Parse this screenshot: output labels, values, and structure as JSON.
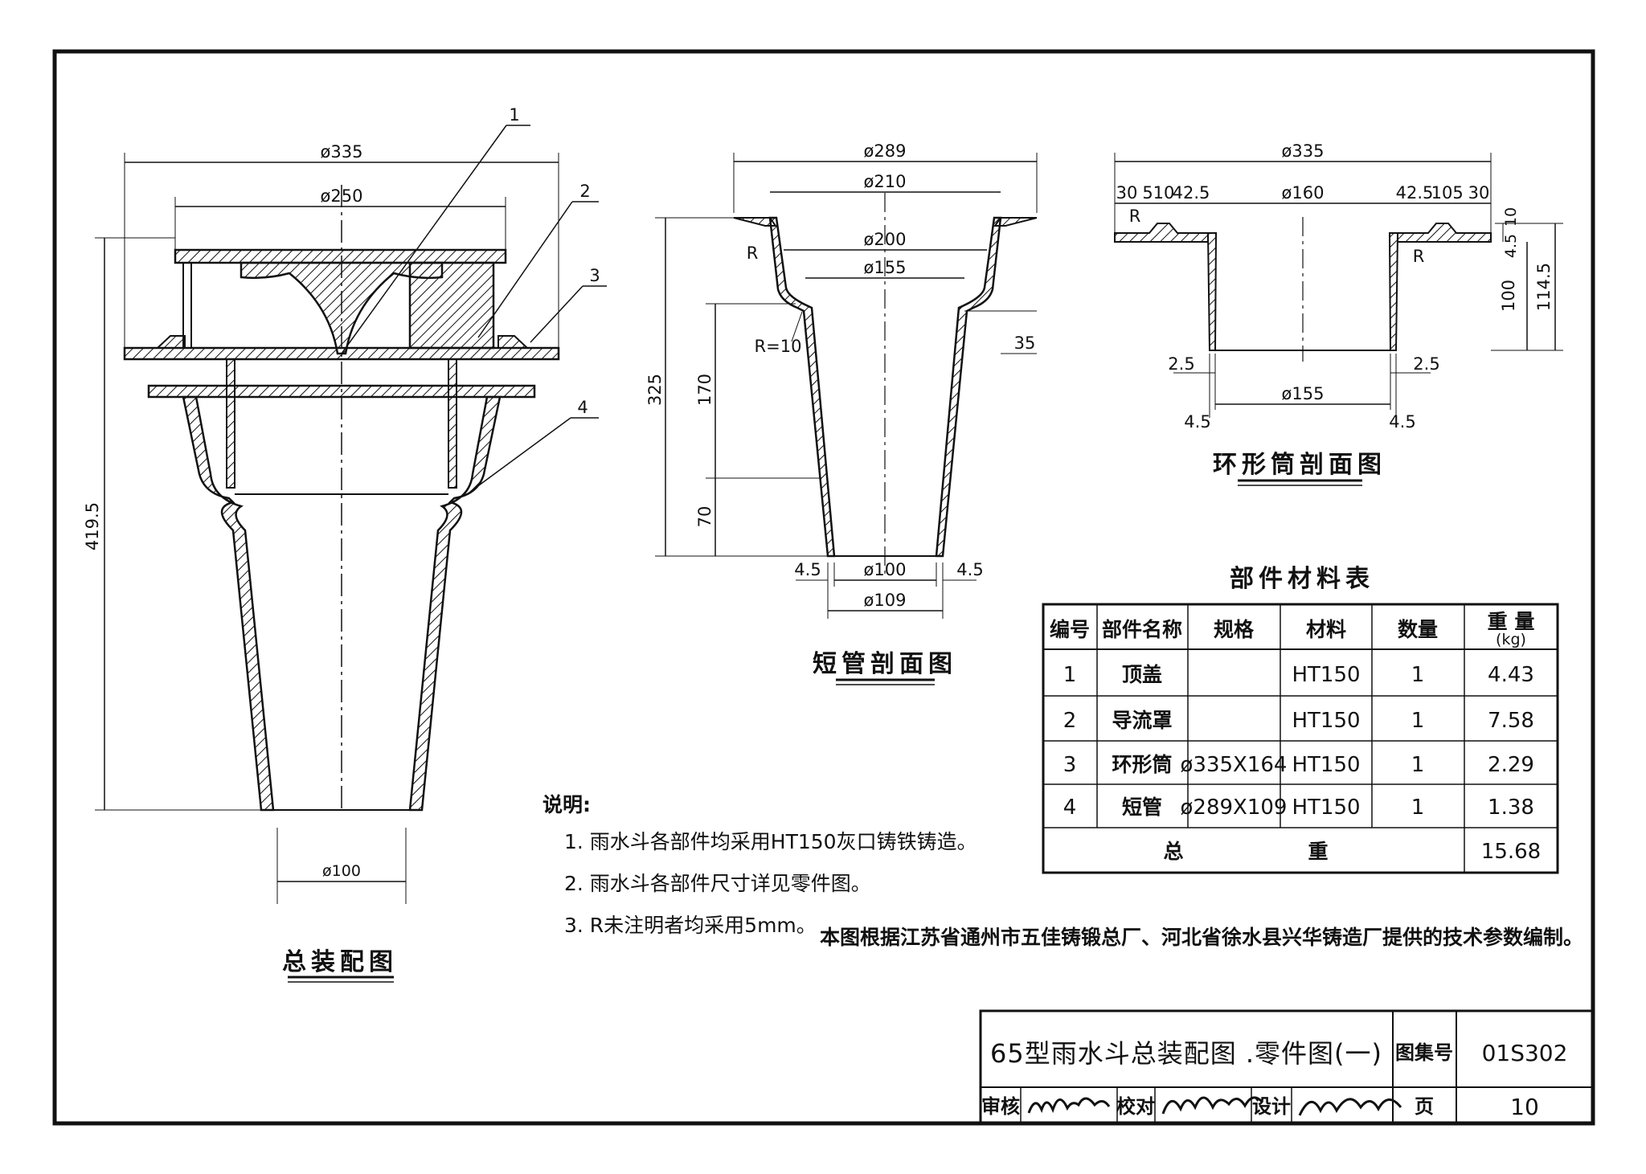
{
  "assembly": {
    "title": "总装配图",
    "callouts": [
      "1",
      "2",
      "3",
      "4"
    ],
    "dims": {
      "d335": "ø335",
      "d250": "ø250",
      "h4195": "419.5",
      "d100": "ø100"
    }
  },
  "short_pipe": {
    "title": "短管剖面图",
    "dims": {
      "d289": "ø289",
      "d210": "ø210",
      "d200": "ø200",
      "d155": "ø155",
      "h325": "325",
      "h170": "170",
      "h70": "70",
      "d35": "35",
      "r": "R",
      "r10": "R=10",
      "d100": "ø100",
      "d109": "ø109",
      "t45": "4.5"
    }
  },
  "ring_sleeve": {
    "title": "环形筒剖面图",
    "dims": {
      "d335": "ø335",
      "seg30": "30",
      "seg5": "5",
      "seg10": "10",
      "seg425": "42.5",
      "d160": "ø160",
      "r": "R",
      "h10": "10",
      "h45": "4.5",
      "h100": "100",
      "h1145": "114.5",
      "t25": "2.5",
      "d155": "ø155",
      "t45": "4.5"
    }
  },
  "material_table": {
    "title": "部件材料表",
    "headers": [
      "编号",
      "部件名称",
      "规格",
      "材料",
      "数量",
      "重 量"
    ],
    "weight_unit": "(kg)",
    "rows": [
      {
        "no": "1",
        "name": "顶盖",
        "spec": "",
        "material": "HT150",
        "qty": "1",
        "weight": "4.43"
      },
      {
        "no": "2",
        "name": "导流罩",
        "spec": "",
        "material": "HT150",
        "qty": "1",
        "weight": "7.58"
      },
      {
        "no": "3",
        "name": "环形筒",
        "spec": "ø335X164",
        "material": "HT150",
        "qty": "1",
        "weight": "2.29"
      },
      {
        "no": "4",
        "name": "短管",
        "spec": "ø289X109",
        "material": "HT150",
        "qty": "1",
        "weight": "1.38"
      }
    ],
    "total_label": [
      "总",
      "重"
    ],
    "total_weight": "15.68"
  },
  "notes": {
    "heading": "说明:",
    "items": [
      "1. 雨水斗各部件均采用HT150灰口铸铁铸造。",
      "2. 雨水斗各部件尺寸详见零件图。",
      "3. R未注明者均采用5mm。"
    ]
  },
  "source_note": "本图根据江苏省通州市五佳铸锻总厂、河北省徐水县兴华铸造厂提供的技术参数编制。",
  "title_block": {
    "drawing_title": "65型雨水斗总装配图 .零件图(一)",
    "atlas_label": "图集号",
    "atlas_no": "01S302",
    "review_label": "审核",
    "check_label": "校对",
    "design_label": "设计",
    "page_label": "页",
    "page": "10",
    "signatures": [
      "黄文有",
      "罗德之",
      "李文"
    ]
  }
}
